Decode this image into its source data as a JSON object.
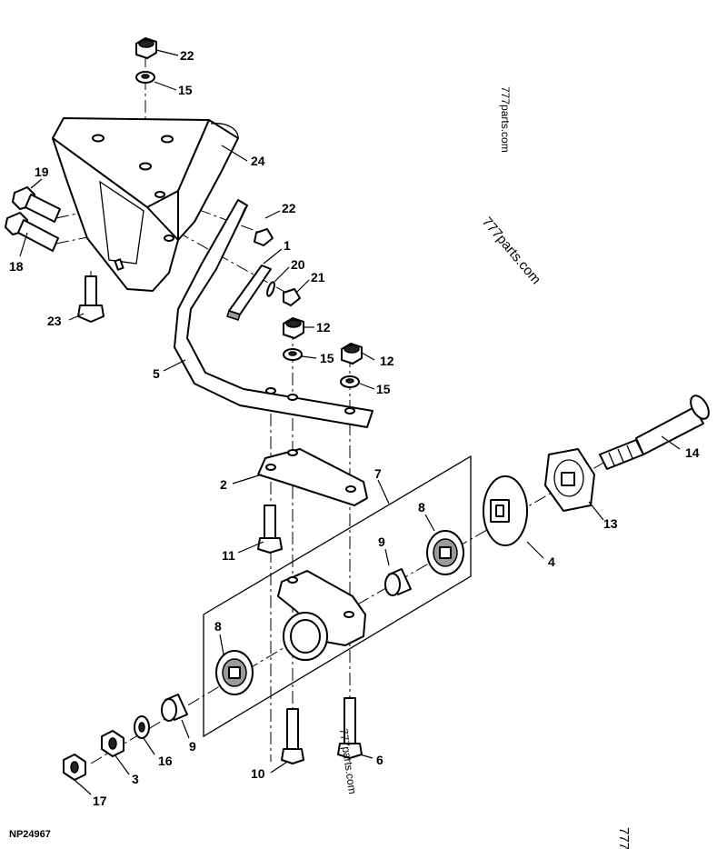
{
  "figure_id": "NP24967",
  "callouts": {
    "c1": "1",
    "c2": "2",
    "c3": "3",
    "c4": "4",
    "c5": "5",
    "c6": "6",
    "c7": "7",
    "c8a": "8",
    "c8b": "8",
    "c9a": "9",
    "c9b": "9",
    "c10": "10",
    "c11": "11",
    "c12a": "12",
    "c12b": "12",
    "c13": "13",
    "c14": "14",
    "c15a": "15",
    "c15b": "15",
    "c15c": "15",
    "c16": "16",
    "c17": "17",
    "c18": "18",
    "c19": "19",
    "c20": "20",
    "c21": "21",
    "c22a": "22",
    "c22b": "22",
    "c23": "23",
    "c24": "24"
  },
  "watermarks": {
    "w1": "777parts.com",
    "w2": "777parts.com",
    "w3": "777parts.com",
    "w4": "777"
  }
}
